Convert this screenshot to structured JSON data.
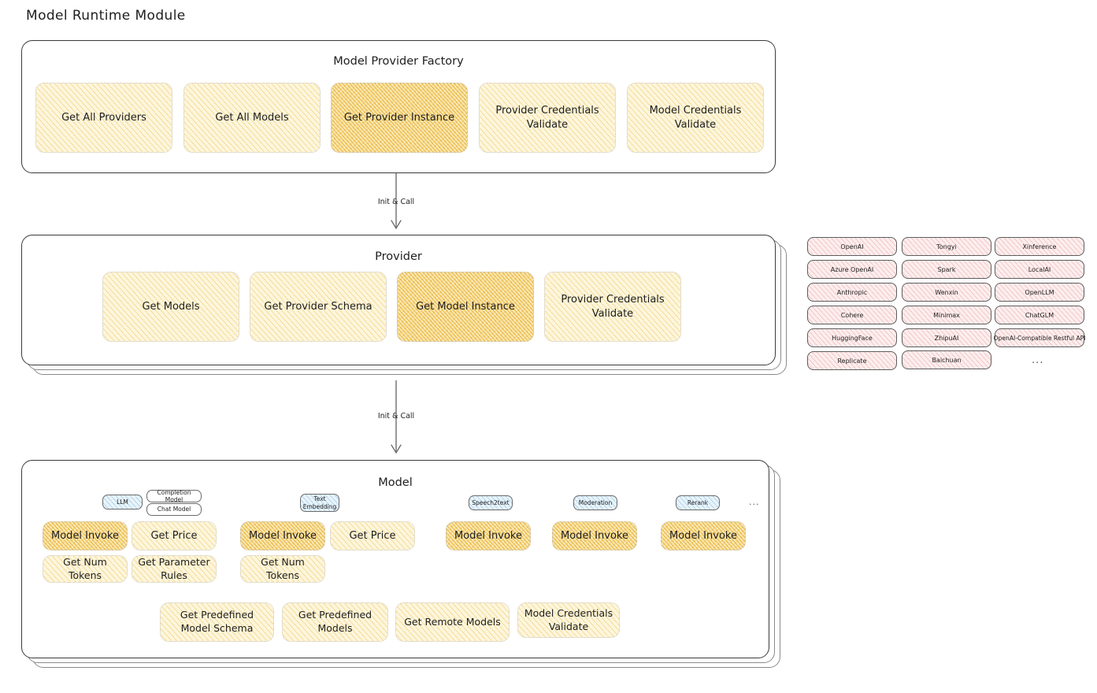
{
  "page": {
    "title": "Model Runtime Module"
  },
  "factory": {
    "title": "Model Provider Factory",
    "methods": [
      {
        "label": "Get All Providers",
        "highlight": false
      },
      {
        "label": "Get All Models",
        "highlight": false
      },
      {
        "label": "Get Provider Instance",
        "highlight": true
      },
      {
        "label": "Provider Credentials Validate",
        "highlight": false
      },
      {
        "label": "Model Credentials Validate",
        "highlight": false
      }
    ]
  },
  "arrows": [
    {
      "label": "Init & Call"
    },
    {
      "label": "Init & Call"
    }
  ],
  "provider": {
    "title": "Provider",
    "methods": [
      {
        "label": "Get Models",
        "highlight": false
      },
      {
        "label": "Get Provider Schema",
        "highlight": false
      },
      {
        "label": "Get Model Instance",
        "highlight": true
      },
      {
        "label": "Provider Credentials Validate",
        "highlight": false
      }
    ]
  },
  "provider_list": {
    "columns": [
      [
        "OpenAI",
        "Azure OpenAI",
        "Anthropic",
        "Cohere",
        "HuggingFace",
        "Replicate"
      ],
      [
        "Tongyi",
        "Spark",
        "Wenxin",
        "Minimax",
        "ZhipuAI",
        "Baichuan"
      ],
      [
        "Xinference",
        "LocalAI",
        "OpenLLM",
        "ChatGLM",
        "OpenAI-Compatible Restful API"
      ]
    ],
    "more": "..."
  },
  "model": {
    "title": "Model",
    "more": "...",
    "types": [
      {
        "badges": [
          {
            "label": "LLM",
            "style": "blue"
          },
          {
            "label": "Completion Model",
            "style": "plain"
          },
          {
            "label": "Chat Model",
            "style": "plain"
          }
        ],
        "methods": [
          {
            "label": "Model Invoke",
            "highlight": true
          },
          {
            "label": "Get Price",
            "highlight": false
          },
          {
            "label": "Get Num Tokens",
            "highlight": false
          },
          {
            "label": "Get Parameter Rules",
            "highlight": false
          }
        ]
      },
      {
        "badges": [
          {
            "label": "Text Embedding",
            "style": "blue"
          }
        ],
        "methods": [
          {
            "label": "Model Invoke",
            "highlight": true
          },
          {
            "label": "Get Price",
            "highlight": false
          },
          {
            "label": "Get Num Tokens",
            "highlight": false
          }
        ]
      },
      {
        "badges": [
          {
            "label": "Speech2text",
            "style": "blue"
          }
        ],
        "methods": [
          {
            "label": "Model Invoke",
            "highlight": false
          }
        ]
      },
      {
        "badges": [
          {
            "label": "Moderation",
            "style": "blue"
          }
        ],
        "methods": [
          {
            "label": "Model Invoke",
            "highlight": false
          }
        ]
      },
      {
        "badges": [
          {
            "label": "Rerank",
            "style": "blue"
          }
        ],
        "methods": [
          {
            "label": "Model Invoke",
            "highlight": false
          }
        ]
      }
    ],
    "shared_methods": [
      {
        "label": "Get Predefined Model Schema"
      },
      {
        "label": "Get Predefined Models"
      },
      {
        "label": "Get Remote Models"
      },
      {
        "label": "Model Credentials Validate"
      }
    ]
  }
}
